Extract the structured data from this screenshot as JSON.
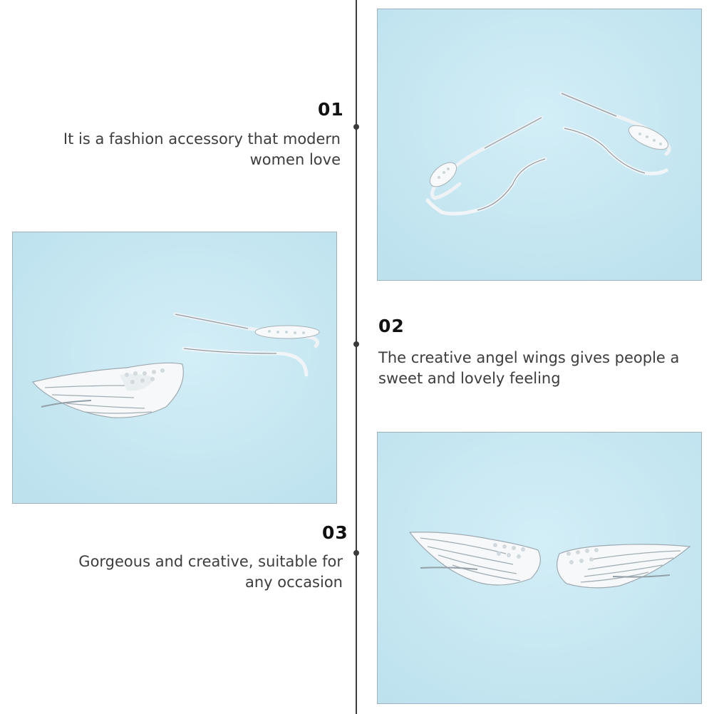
{
  "sections": [
    {
      "number": "01",
      "description_line1": "It is a fashion accessory that modern",
      "description_line2": "women love"
    },
    {
      "number": "02",
      "description_line1": "The creative angel wings gives people a",
      "description_line2": "sweet and lovely feeling"
    },
    {
      "number": "03",
      "description_line1": "Gorgeous and creative, suitable for",
      "description_line2": "any occasion"
    }
  ],
  "colors": {
    "photo_background": "#c7e7f2",
    "timeline": "#3c3c3c",
    "jewelry_silver": "#f4f6f8"
  },
  "images": [
    "photo-earrings-side-view",
    "photo-earrings-angled-view",
    "photo-earrings-front-view"
  ]
}
